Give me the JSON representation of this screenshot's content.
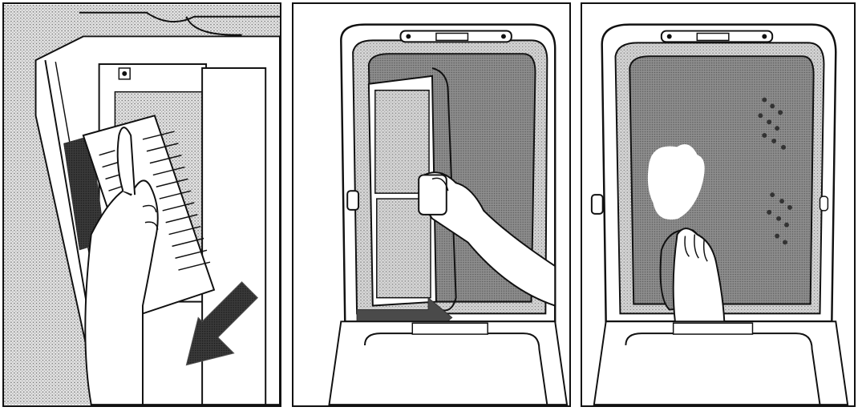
{
  "figure": {
    "panels": [
      {
        "id": "filter-removal",
        "caption": ""
      },
      {
        "id": "door-filter-removal",
        "caption": ""
      },
      {
        "id": "drum-wipe",
        "caption": ""
      }
    ],
    "colors": {
      "line": "#111111",
      "stipple_light": "#cfcfcf",
      "stipple_dark": "#8a8a8a",
      "drum": "#9a9a9a",
      "background": "#ffffff"
    }
  }
}
